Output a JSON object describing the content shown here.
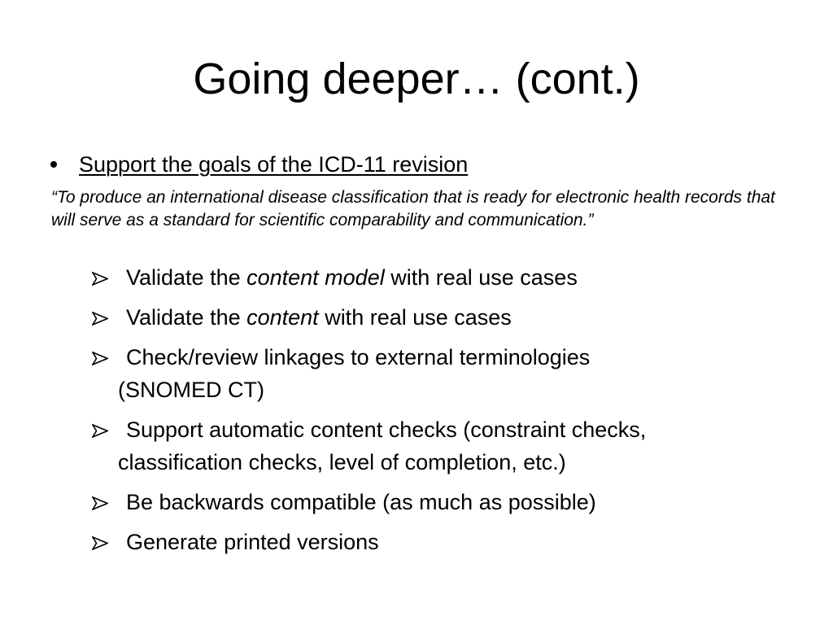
{
  "slide": {
    "title": "Going deeper… (cont.)",
    "main_bullet": {
      "bullet_icon": "filled-circle",
      "text": "Support the goals of the ICD-11 revision"
    },
    "quote": "“To produce an international disease classification that is ready for electronic health records that will serve as a standard for scientific comparability and communication.”",
    "sub_bullet_icon": "arrowhead-bullet",
    "sub_bullets": [
      {
        "pre": "Validate the ",
        "emph": "content model",
        "post": " with real use cases",
        "line2": ""
      },
      {
        "pre": "Validate the ",
        "emph": "content",
        "post": " with real use cases",
        "line2": ""
      },
      {
        "pre": "Check/review linkages to external terminologies",
        "emph": "",
        "post": "",
        "line2": "(SNOMED CT)"
      },
      {
        "pre": "Support automatic content checks (constraint checks,",
        "emph": "",
        "post": "",
        "line2": "classification checks, level of completion, etc.)"
      },
      {
        "pre": "Be backwards compatible (as much as possible)",
        "emph": "",
        "post": "",
        "line2": ""
      },
      {
        "pre": "Generate printed versions",
        "emph": "",
        "post": "",
        "line2": ""
      }
    ]
  }
}
